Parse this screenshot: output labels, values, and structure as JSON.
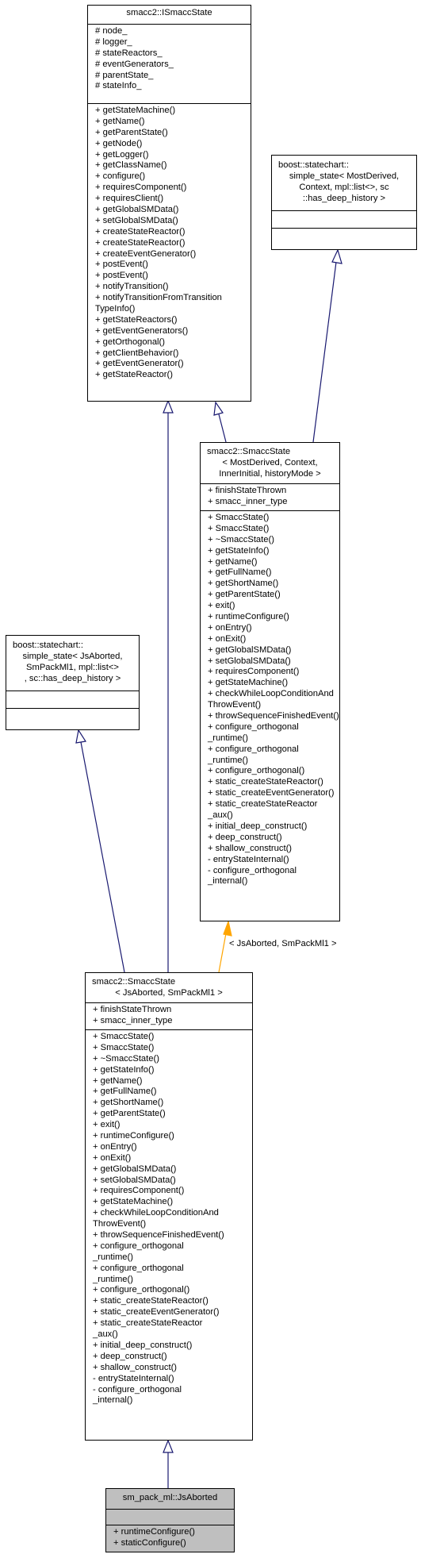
{
  "classes": {
    "ismacc": {
      "title": [
        "smacc2::ISmaccState"
      ],
      "attrs": [
        "# node_",
        "# logger_",
        "# stateReactors_",
        "# eventGenerators_",
        "# parentState_",
        "# stateInfo_"
      ],
      "methods": [
        "+ getStateMachine()",
        "+ getName()",
        "+ getParentState()",
        "+ getNode()",
        "+ getLogger()",
        "+ getClassName()",
        "+ configure()",
        "+ requiresComponent()",
        "+ requiresClient()",
        "+ getGlobalSMData()",
        "+ setGlobalSMData()",
        "+ createStateReactor()",
        "+ createStateReactor()",
        "+ createEventGenerator()",
        "+ postEvent()",
        "+ postEvent()",
        "+ notifyTransition()",
        "+ notifyTransitionFromTransition",
        "TypeInfo()",
        "+ getStateReactors()",
        "+ getEventGenerators()",
        "+ getOrthogonal()",
        "+ getClientBehavior()",
        "+ getEventGenerator()",
        "+ getStateReactor()"
      ]
    },
    "boostTop": {
      "title": [
        "boost::statechart::",
        "simple_state< MostDerived,",
        "Context, mpl::list<>, sc",
        "::has_deep_history >"
      ],
      "attrs": [],
      "methods": []
    },
    "smaccTemplate": {
      "title": [
        "smacc2::SmaccState",
        "< MostDerived, Context,",
        "InnerInitial, historyMode >"
      ],
      "attrs": [
        "+ finishStateThrown",
        "+ smacc_inner_type"
      ],
      "methods": [
        "+ SmaccState()",
        "+ SmaccState()",
        "+ ~SmaccState()",
        "+ getStateInfo()",
        "+ getName()",
        "+ getFullName()",
        "+ getShortName()",
        "+ getParentState()",
        "+ exit()",
        "+ runtimeConfigure()",
        "+ onEntry()",
        "+ onExit()",
        "+ getGlobalSMData()",
        "+ setGlobalSMData()",
        "+ requiresComponent()",
        "+ getStateMachine()",
        "+ checkWhileLoopConditionAnd",
        "ThrowEvent()",
        "+ throwSequenceFinishedEvent()",
        "+ configure_orthogonal",
        "_runtime()",
        "+ configure_orthogonal",
        "_runtime()",
        "+ configure_orthogonal()",
        "+ static_createStateReactor()",
        "+ static_createEventGenerator()",
        "+ static_createStateReactor",
        "_aux()",
        "+ initial_deep_construct()",
        "+ deep_construct()",
        "+ shallow_construct()",
        "- entryStateInternal()",
        "- configure_orthogonal",
        "_internal()"
      ]
    },
    "boostLeft": {
      "title": [
        "boost::statechart::",
        "simple_state< JsAborted,",
        "SmPackMl1, mpl::list<>",
        ", sc::has_deep_history >"
      ],
      "attrs": [],
      "methods": []
    },
    "smaccInst": {
      "title": [
        "smacc2::SmaccState",
        "< JsAborted, SmPackMl1 >"
      ],
      "attrs": [
        "+ finishStateThrown",
        "+ smacc_inner_type"
      ],
      "methods": [
        "+ SmaccState()",
        "+ SmaccState()",
        "+ ~SmaccState()",
        "+ getStateInfo()",
        "+ getName()",
        "+ getFullName()",
        "+ getShortName()",
        "+ getParentState()",
        "+ exit()",
        "+ runtimeConfigure()",
        "+ onEntry()",
        "+ onExit()",
        "+ getGlobalSMData()",
        "+ setGlobalSMData()",
        "+ requiresComponent()",
        "+ getStateMachine()",
        "+ checkWhileLoopConditionAnd",
        "ThrowEvent()",
        "+ throwSequenceFinishedEvent()",
        "+ configure_orthogonal",
        "_runtime()",
        "+ configure_orthogonal",
        "_runtime()",
        "+ configure_orthogonal()",
        "+ static_createStateReactor()",
        "+ static_createEventGenerator()",
        "+ static_createStateReactor",
        "_aux()",
        "+ initial_deep_construct()",
        "+ deep_construct()",
        "+ shallow_construct()",
        "- entryStateInternal()",
        "- configure_orthogonal",
        "_internal()"
      ]
    },
    "jsAborted": {
      "title": [
        "sm_pack_ml::JsAborted"
      ],
      "attrs": [],
      "methods": [
        "+ runtimeConfigure()",
        "+ staticConfigure()"
      ]
    }
  },
  "edge_label": "< JsAborted, SmPackMl1 >",
  "colors": {
    "inheritance": "#191970",
    "template_instantiation": "#FFA500",
    "highlight_fill": "#BFBFBF"
  }
}
